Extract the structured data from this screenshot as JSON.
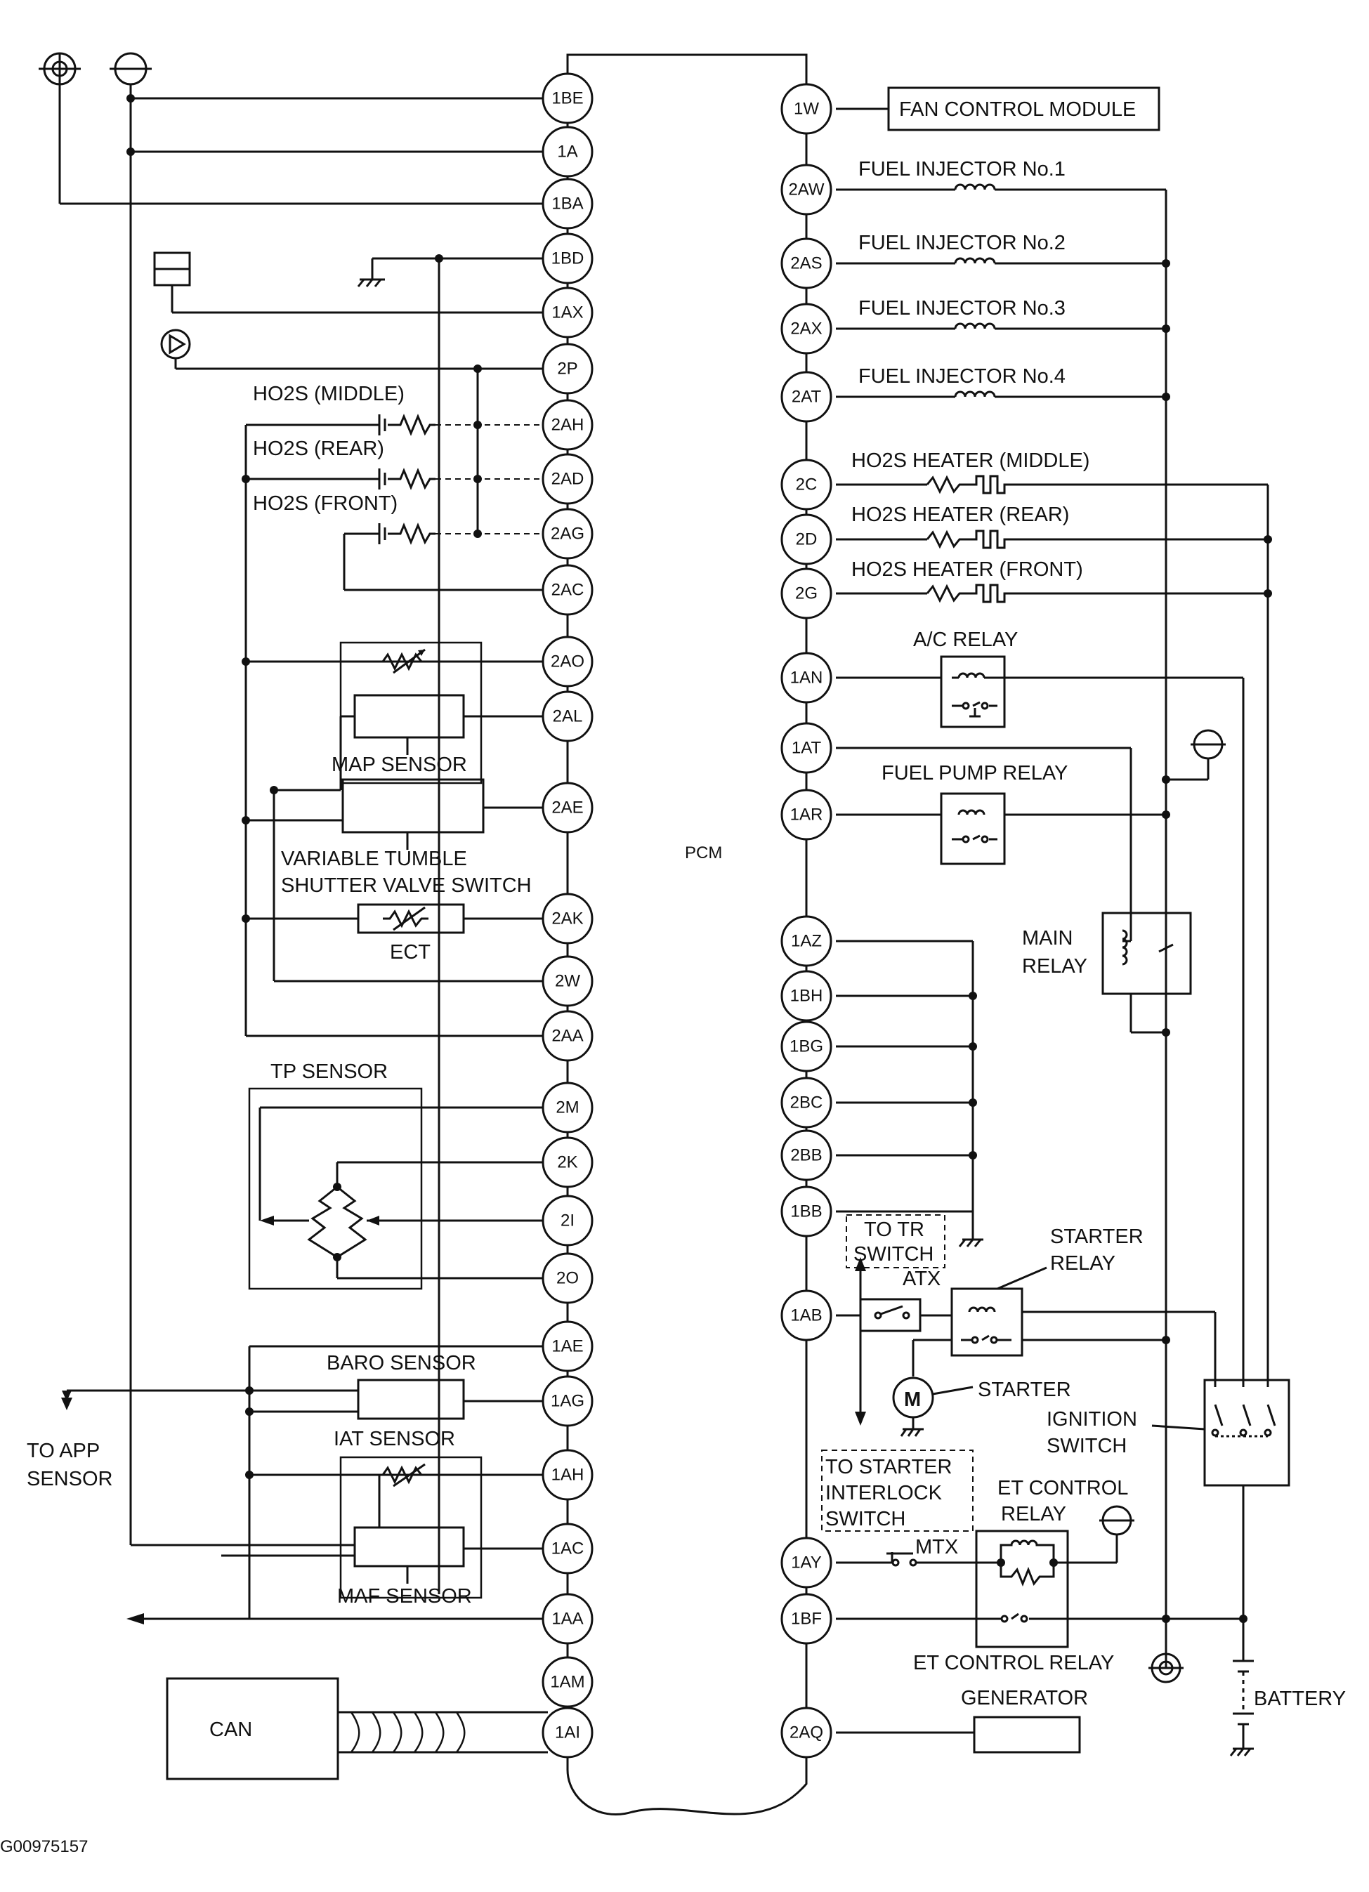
{
  "pcm_label": "PCM",
  "left_pins": [
    "1BE",
    "1A",
    "1BA",
    "1BD",
    "1AX",
    "2P",
    "2AH",
    "2AD",
    "2AG",
    "2AC",
    "2AO",
    "2AL",
    "2AE",
    "2AK",
    "2W",
    "2AA",
    "2M",
    "2K",
    "2I",
    "2O",
    "1AE",
    "1AG",
    "1AH",
    "1AC",
    "1AA",
    "1AM",
    "1AI"
  ],
  "right_pins": [
    "1W",
    "2AW",
    "2AS",
    "2AX",
    "2AT",
    "2C",
    "2D",
    "2G",
    "1AN",
    "1AT",
    "1AR",
    "1AZ",
    "1BH",
    "1BG",
    "2BC",
    "2BB",
    "1BB",
    "1AB",
    "1AY",
    "1BF",
    "2AQ"
  ],
  "left_labels": {
    "ho2s_middle": "HO2S (MIDDLE)",
    "ho2s_rear": "HO2S (REAR)",
    "ho2s_front": "HO2S (FRONT)",
    "map_sensor": "MAP SENSOR",
    "vts_line1": "VARIABLE TUMBLE",
    "vts_line2": "SHUTTER VALVE SWITCH",
    "ect": "ECT",
    "tp_sensor": "TP SENSOR",
    "baro_sensor": "BARO SENSOR",
    "iat_sensor": "IAT SENSOR",
    "maf_sensor": "MAF SENSOR",
    "to_app_line1": "TO APP",
    "to_app_line2": "SENSOR",
    "can": "CAN"
  },
  "right_labels": {
    "fan_control_module": "FAN CONTROL MODULE",
    "injector1": "FUEL INJECTOR No.1",
    "injector2": "FUEL INJECTOR No.2",
    "injector3": "FUEL INJECTOR No.3",
    "injector4": "FUEL INJECTOR No.4",
    "heater_middle": "HO2S HEATER (MIDDLE)",
    "heater_rear": "HO2S HEATER (REAR)",
    "heater_front": "HO2S HEATER (FRONT)",
    "ac_relay": "A/C RELAY",
    "fuel_pump_relay": "FUEL PUMP RELAY",
    "main_relay_1": "MAIN",
    "main_relay_2": "RELAY",
    "to_tr_1": "TO TR",
    "to_tr_2": "SWITCH",
    "atx": "ATX",
    "starter_relay_1": "STARTER",
    "starter_relay_2": "RELAY",
    "starter": "STARTER",
    "motor_symbol": "M",
    "ignition_1": "IGNITION",
    "ignition_2": "SWITCH",
    "to_starter_1": "TO STARTER",
    "to_starter_2": "INTERLOCK",
    "to_starter_3": "SWITCH",
    "mtx": "MTX",
    "et_relay_top_1": "ET CONTROL",
    "et_relay_top_2": "RELAY",
    "et_relay_bottom": "ET CONTROL RELAY",
    "generator": "GENERATOR",
    "battery": "BATTERY"
  },
  "figure_id": "G00975157"
}
